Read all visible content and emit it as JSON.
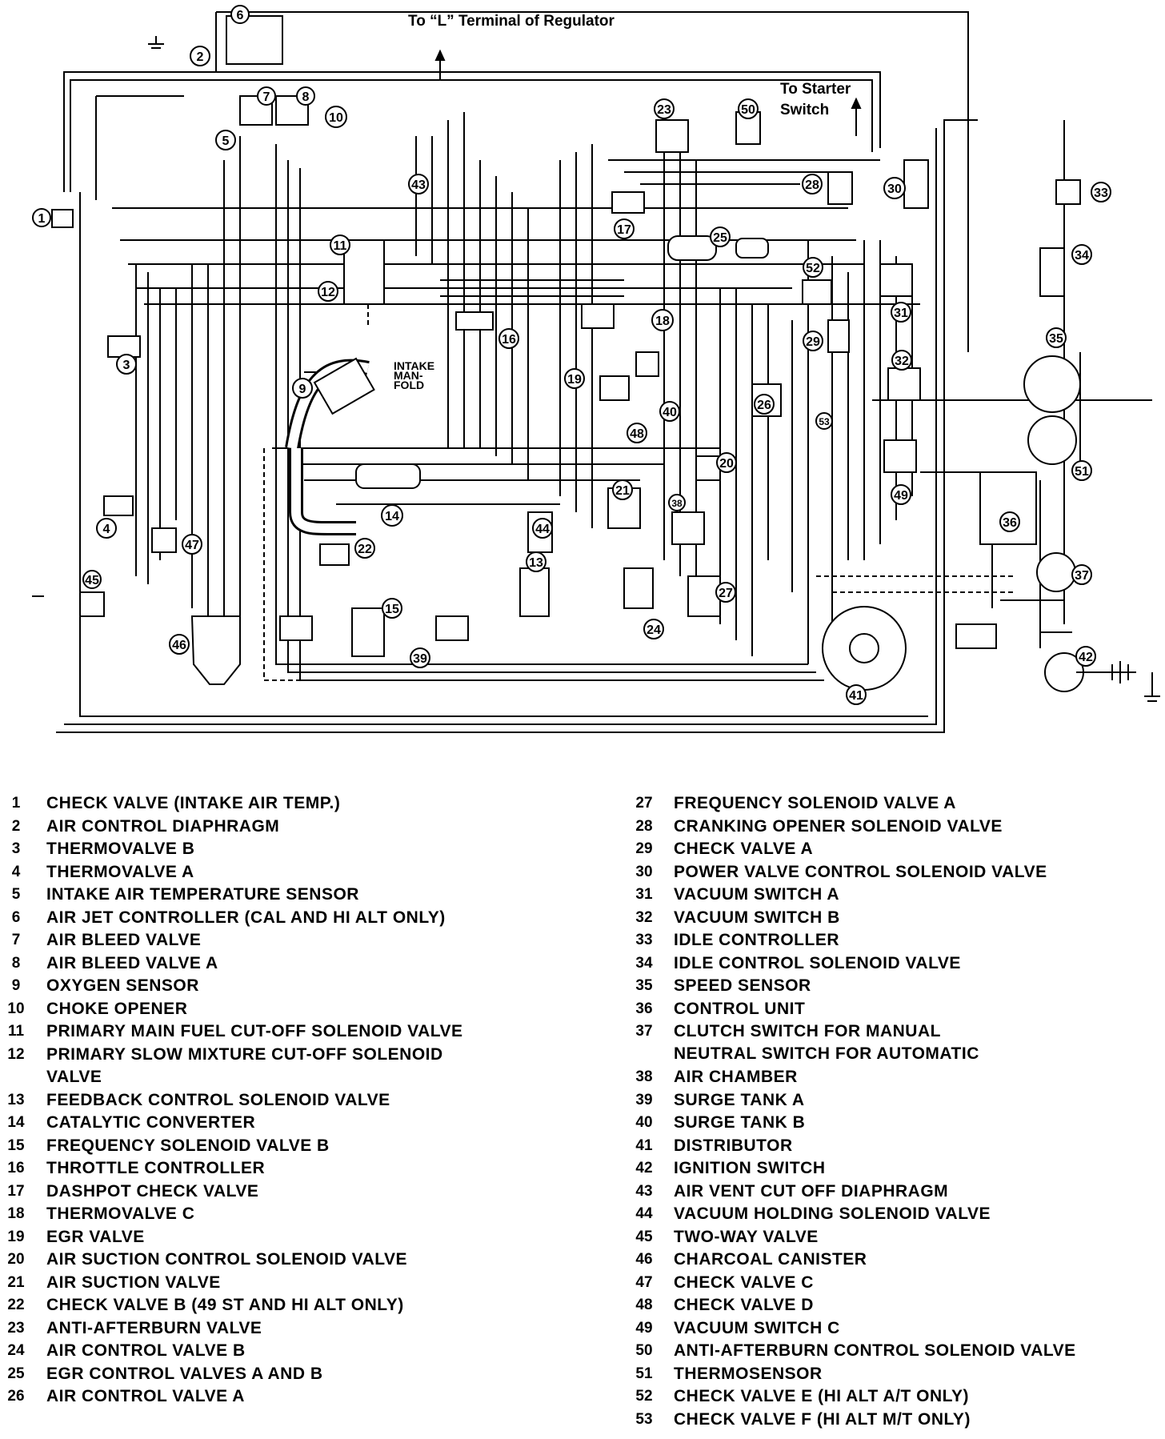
{
  "diagram": {
    "top_label": "To “L” Terminal of Regulator",
    "starter_label_1": "To Starter",
    "starter_label_2": "Switch",
    "manifold_1": "INTAKE",
    "manifold_2": "MAN-",
    "manifold_3": "FOLD",
    "callouts": [
      "1",
      "2",
      "3",
      "4",
      "5",
      "6",
      "7",
      "8",
      "9",
      "10",
      "11",
      "12",
      "13",
      "14",
      "15",
      "16",
      "17",
      "18",
      "19",
      "20",
      "21",
      "22",
      "23",
      "24",
      "25",
      "26",
      "27",
      "28",
      "29",
      "30",
      "31",
      "32",
      "33",
      "34",
      "35",
      "36",
      "37",
      "38",
      "39",
      "40",
      "41",
      "42",
      "43",
      "44",
      "45",
      "46",
      "47",
      "48",
      "49",
      "50",
      "51",
      "52",
      "53"
    ]
  },
  "legend": {
    "left": [
      {
        "num": "1",
        "text": "CHECK VALVE (INTAKE AIR TEMP.)"
      },
      {
        "num": "2",
        "text": "AIR CONTROL DIAPHRAGM"
      },
      {
        "num": "3",
        "text": "THERMOVALVE B"
      },
      {
        "num": "4",
        "text": "THERMOVALVE A"
      },
      {
        "num": "5",
        "text": "INTAKE AIR TEMPERATURE SENSOR"
      },
      {
        "num": "6",
        "text": "AIR JET CONTROLLER (CAL AND HI ALT ONLY)"
      },
      {
        "num": "7",
        "text": "AIR BLEED VALVE"
      },
      {
        "num": "8",
        "text": "AIR BLEED VALVE A"
      },
      {
        "num": "9",
        "text": "OXYGEN SENSOR"
      },
      {
        "num": "10",
        "text": "CHOKE OPENER"
      },
      {
        "num": "11",
        "text": "PRIMARY MAIN FUEL CUT-OFF SOLENOID VALVE"
      },
      {
        "num": "12",
        "text": "PRIMARY SLOW MIXTURE CUT-OFF SOLENOID\nVALVE"
      },
      {
        "num": "13",
        "text": "FEEDBACK CONTROL SOLENOID VALVE"
      },
      {
        "num": "14",
        "text": "CATALYTIC CONVERTER"
      },
      {
        "num": "15",
        "text": "FREQUENCY SOLENOID VALVE B"
      },
      {
        "num": "16",
        "text": "THROTTLE CONTROLLER"
      },
      {
        "num": "17",
        "text": "DASHPOT CHECK VALVE"
      },
      {
        "num": "18",
        "text": "THERMOVALVE C"
      },
      {
        "num": "19",
        "text": "EGR VALVE"
      },
      {
        "num": "20",
        "text": "AIR SUCTION CONTROL SOLENOID VALVE"
      },
      {
        "num": "21",
        "text": "AIR SUCTION VALVE"
      },
      {
        "num": "22",
        "text": "CHECK VALVE B (49 ST AND HI ALT ONLY)"
      },
      {
        "num": "23",
        "text": "ANTI-AFTERBURN VALVE"
      },
      {
        "num": "24",
        "text": "AIR CONTROL VALVE B"
      },
      {
        "num": "25",
        "text": "EGR CONTROL VALVES A AND B"
      },
      {
        "num": "26",
        "text": "AIR CONTROL VALVE A"
      }
    ],
    "right": [
      {
        "num": "27",
        "text": "FREQUENCY SOLENOID VALVE A"
      },
      {
        "num": "28",
        "text": "CRANKING OPENER SOLENOID VALVE"
      },
      {
        "num": "29",
        "text": "CHECK VALVE A"
      },
      {
        "num": "30",
        "text": "POWER VALVE CONTROL SOLENOID VALVE"
      },
      {
        "num": "31",
        "text": "VACUUM SWITCH A"
      },
      {
        "num": "32",
        "text": "VACUUM SWITCH B"
      },
      {
        "num": "33",
        "text": "IDLE CONTROLLER"
      },
      {
        "num": "34",
        "text": "IDLE CONTROL SOLENOID VALVE"
      },
      {
        "num": "35",
        "text": "SPEED SENSOR"
      },
      {
        "num": "36",
        "text": "CONTROL UNIT"
      },
      {
        "num": "37",
        "text": "CLUTCH SWITCH FOR MANUAL\nNEUTRAL SWITCH FOR AUTOMATIC"
      },
      {
        "num": "38",
        "text": "AIR CHAMBER"
      },
      {
        "num": "39",
        "text": "SURGE TANK A"
      },
      {
        "num": "40",
        "text": "SURGE TANK B"
      },
      {
        "num": "41",
        "text": "DISTRIBUTOR"
      },
      {
        "num": "42",
        "text": "IGNITION SWITCH"
      },
      {
        "num": "43",
        "text": "AIR VENT CUT OFF DIAPHRAGM"
      },
      {
        "num": "44",
        "text": "VACUUM HOLDING SOLENOID VALVE"
      },
      {
        "num": "45",
        "text": "TWO-WAY VALVE"
      },
      {
        "num": "46",
        "text": "CHARCOAL CANISTER"
      },
      {
        "num": "47",
        "text": "CHECK VALVE C"
      },
      {
        "num": "48",
        "text": "CHECK VALVE D"
      },
      {
        "num": "49",
        "text": "VACUUM SWITCH C"
      },
      {
        "num": "50",
        "text": "ANTI-AFTERBURN CONTROL SOLENOID VALVE"
      },
      {
        "num": "51",
        "text": "THERMOSENSOR"
      },
      {
        "num": "52",
        "text": "CHECK VALVE E (HI ALT A/T ONLY)"
      },
      {
        "num": "53",
        "text": "CHECK VALVE F (HI ALT M/T ONLY)"
      }
    ]
  }
}
